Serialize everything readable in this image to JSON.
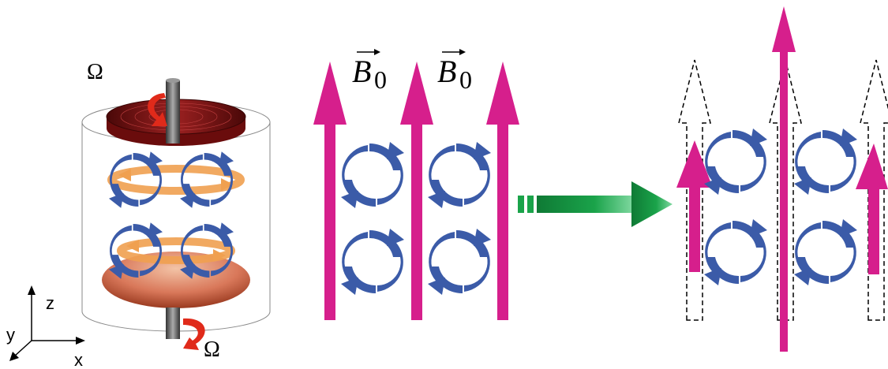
{
  "labels": {
    "omega_top": "Ω",
    "omega_bottom": "Ω",
    "b0_left": "B",
    "b0_left_sub": "0",
    "b0_right": "B",
    "b0_right_sub": "0",
    "axis_z": "z",
    "axis_y": "y",
    "axis_x": "x"
  },
  "colors": {
    "field_magenta": "#d61f8c",
    "vortex_blue": "#3b5ba8",
    "flow_orange": "#f0a050",
    "disk_red": "#7a1010",
    "disk_bottom": "#d9785a",
    "rotation_red": "#e02a1a",
    "transition_green": "#1aa34a",
    "shaft_gray": "#555555"
  }
}
